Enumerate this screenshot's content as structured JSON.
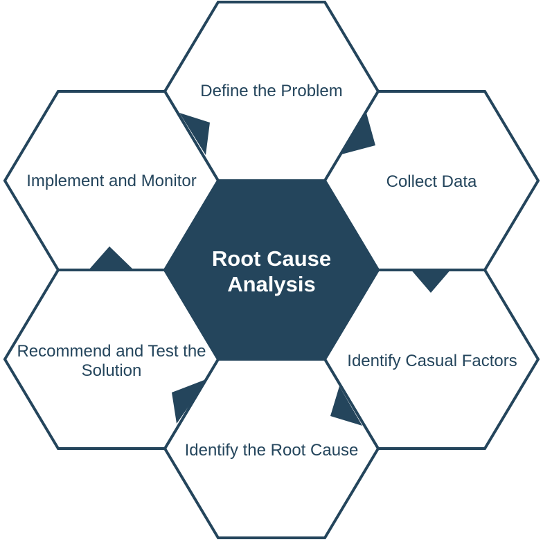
{
  "colors": {
    "navy": "#24455c",
    "white": "#ffffff",
    "background": "#ffffff"
  },
  "diagram": {
    "center_title": {
      "text": "Root Cause Analysis",
      "lines": [
        "Root Cause",
        "Analysis"
      ]
    },
    "steps": [
      {
        "label": "Define the Problem"
      },
      {
        "label": "Collect Data"
      },
      {
        "label": "Identify Casual Factors"
      },
      {
        "label": "Identify the Root Cause"
      },
      {
        "label": "Recommend and Test the Solution",
        "lines": [
          "Recommend and Test the",
          "Solution"
        ]
      },
      {
        "label": "Implement and Monitor"
      }
    ]
  }
}
